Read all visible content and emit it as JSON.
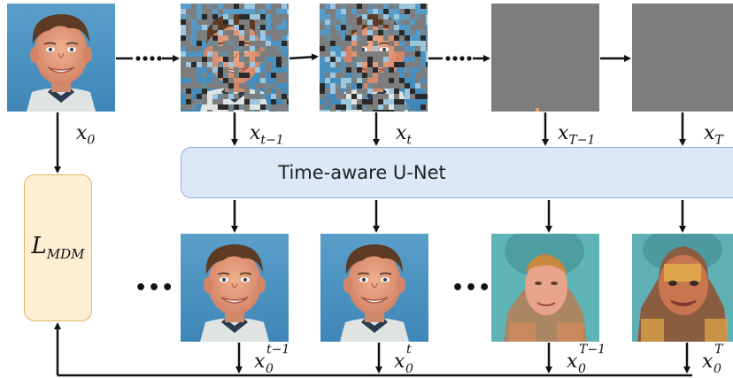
{
  "unet": {
    "label": "Time-aware U-Net"
  },
  "loss": {
    "main": "L",
    "sub": "MDM"
  },
  "top_labels": {
    "x0": {
      "base": "x",
      "sub": "0"
    },
    "xt_minus_1": {
      "base": "x",
      "sub": "t−1"
    },
    "xt": {
      "base": "x",
      "sub": "t"
    },
    "xT_minus_1": {
      "base": "x",
      "sub": "T−1"
    },
    "xT": {
      "base": "x",
      "sub": "T"
    }
  },
  "bottom_labels": {
    "x0_t_minus_1": {
      "base": "x",
      "sup": "t−1",
      "sub": "0"
    },
    "x0_t": {
      "base": "x",
      "sup": "t",
      "sub": "0"
    },
    "x0_T_minus_1": {
      "base": "x",
      "sup": "T−1",
      "sub": "0"
    },
    "x0_T": {
      "base": "x",
      "sup": "T",
      "sub": "0"
    }
  },
  "ellipsis": "•••",
  "colors": {
    "unet_fill": "#dce8f8",
    "unet_border": "#8fb0de",
    "loss_fill": "#fdf0d2",
    "loss_border": "#e0b36a",
    "noise_gray": "#7d7d7d"
  }
}
